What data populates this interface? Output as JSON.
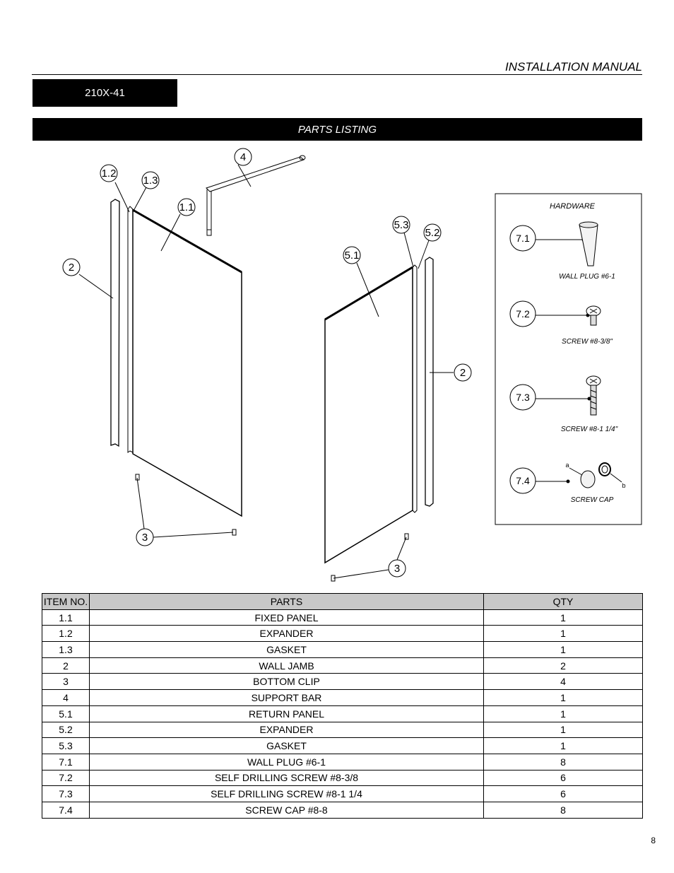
{
  "header": {
    "manual_title": "INSTALLATION MANUAL",
    "model": "210X-41"
  },
  "section_title": "PARTS LISTING",
  "diagram": {
    "callouts": [
      "1.1",
      "1.2",
      "1.3",
      "2",
      "3",
      "4",
      "5.1",
      "5.2",
      "5.3"
    ],
    "hardware": {
      "title": "HARDWARE",
      "items": [
        {
          "id": "7.1",
          "label": "WALL PLUG #6-1"
        },
        {
          "id": "7.2",
          "label": "SCREW #8-3/8\""
        },
        {
          "id": "7.3",
          "label": "SCREW #8-1 1/4\""
        },
        {
          "id": "7.4",
          "label": "SCREW CAP",
          "sub_a": "a",
          "sub_b": "b"
        }
      ]
    }
  },
  "table": {
    "headers": [
      "ITEM NO.",
      "PARTS",
      "QTY"
    ],
    "rows": [
      [
        "1.1",
        "FIXED PANEL",
        "1"
      ],
      [
        "1.2",
        "EXPANDER",
        "1"
      ],
      [
        "1.3",
        "GASKET",
        "1"
      ],
      [
        "2",
        "WALL JAMB",
        "2"
      ],
      [
        "3",
        "BOTTOM CLIP",
        "4"
      ],
      [
        "4",
        "SUPPORT BAR",
        "1"
      ],
      [
        "5.1",
        "RETURN PANEL",
        "1"
      ],
      [
        "5.2",
        "EXPANDER",
        "1"
      ],
      [
        "5.3",
        "GASKET",
        "1"
      ],
      [
        "7.1",
        "WALL PLUG #6-1",
        "8"
      ],
      [
        "7.2",
        "SELF DRILLING SCREW #8-3/8",
        "6"
      ],
      [
        "7.3",
        "SELF DRILLING SCREW  #8-1 1/4",
        "6"
      ],
      [
        "7.4",
        "SCREW CAP #8-8",
        "8"
      ]
    ]
  },
  "page_number": "8"
}
